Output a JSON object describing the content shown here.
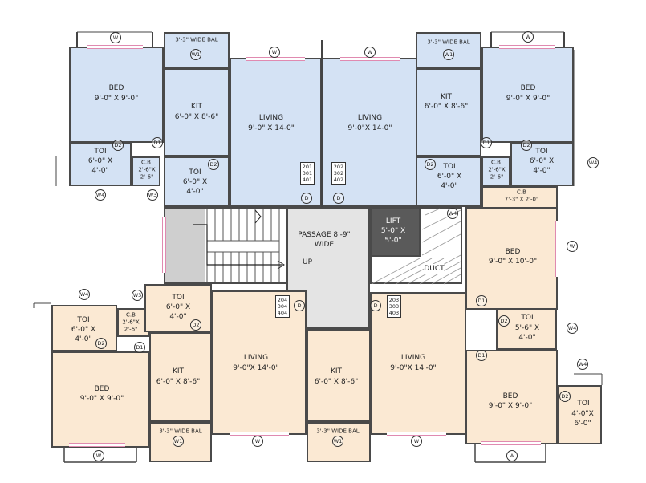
{
  "colors": {
    "blue": "#d4e2f4",
    "peach": "#fbe9d3",
    "grey": "#e4e4e4",
    "lift": "#5a5a5a",
    "wall": "#3d3d3d",
    "window": "#e08ab0"
  },
  "top_left": {
    "bal": "3'-3\" WIDE BAL",
    "bal_mark": "W1",
    "bed": "BED",
    "bed_dim": "9'-0\" X 9'-0\"",
    "kit": "KIT",
    "kit_dim": "6'-0\" X 8'-6\"",
    "living": "LIVING",
    "living_dim": "9'-0\" X 14-0\"",
    "toi1": "TOI",
    "toi1_dim1": "6'-0\" X",
    "toi1_dim2": "4'-0\"",
    "toi2": "TOI",
    "toi2_dim1": "6'-0\" X",
    "toi2_dim2": "4'-0\"",
    "cb": "C.B",
    "cb_dim1": "2'-6\"X",
    "cb_dim2": "2'-6\"",
    "flats": "201\n301\n401"
  },
  "top_right": {
    "bal": "3'-3\" WIDE BAL",
    "bal_mark": "W1",
    "bed": "BED",
    "bed_dim": "9'-0\" X 9'-0\"",
    "kit": "KIT",
    "kit_dim": "6'-0\" X 8'-6\"",
    "living": "LIVING",
    "living_dim": "9'-0\"X 14-0\"",
    "toi1": "TOI",
    "toi1_dim1": "6'-0\" X",
    "toi1_dim2": "4'-0\"",
    "toi2": "TOI",
    "toi2_dim1": "6'-0\" X",
    "toi2_dim2": "4'-0\"",
    "cb": "C.B",
    "cb_dim1": "2'-6\"X",
    "cb_dim2": "2'-6\"",
    "cb2": "C.B",
    "cb2_dim": "7'-3\" X 2'-0\"",
    "flats": "202\n302\n402"
  },
  "core": {
    "passage": "PASSAGE 8'-9\"",
    "passage2": "WIDE",
    "up": "UP",
    "lift": "LIFT",
    "lift_dim1": "5'-0\" X",
    "lift_dim2": "5'-0\"",
    "duct": "DUCT"
  },
  "bottom_left": {
    "bal": "3'-3\" WIDE BAL",
    "bal_mark": "W1",
    "bed": "BED",
    "bed_dim": "9'-0\" X 9'-0\"",
    "kit": "KIT",
    "kit_dim": "6'-0\" X 8'-6\"",
    "living": "LIVING",
    "living_dim": "9'-0\"X 14'-0\"",
    "toi1": "TOI",
    "toi1_dim1": "6'-0\" X",
    "toi1_dim2": "4'-0\"",
    "toi2": "TOI",
    "toi2_dim1": "6'-0\" X",
    "toi2_dim2": "4'-0\"",
    "cb": "C.B",
    "cb_dim1": "2'-6\"X",
    "cb_dim2": "2'-6\"",
    "flats": "204\n304\n404"
  },
  "bottom_right": {
    "bal": "3'-3\" WIDE BAL",
    "bal_mark": "W1",
    "bed1": "BED",
    "bed1_dim": "9'-0\" X 10'-0\"",
    "bed2": "BED",
    "bed2_dim": "9'-0\" X 9'-0\"",
    "kit": "KIT",
    "kit_dim": "6'-0\" X 8'-6\"",
    "living": "LIVING",
    "living_dim": "9'-0\"X 14'-0\"",
    "toi1": "TOI",
    "toi1_dim1": "5'-6\" X",
    "toi1_dim2": "4'-0\"",
    "toi2": "TOI",
    "toi2_dim1": "4'-0\"X",
    "toi2_dim2": "6'-0\"",
    "flats": "203\n303\n403"
  },
  "marks": {
    "W": "W",
    "W1": "W1",
    "W3": "W3",
    "W4": "W4",
    "D": "D",
    "D1": "D1",
    "D2": "D2"
  }
}
